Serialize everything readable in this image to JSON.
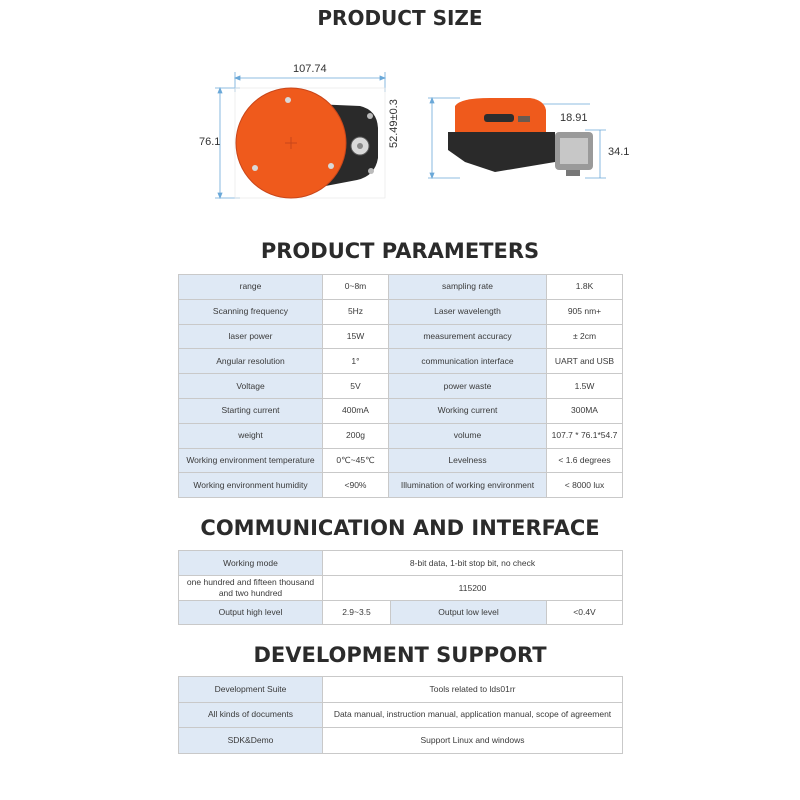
{
  "product_size": {
    "title": "PRODUCT SIZE",
    "top_view": {
      "width_label": "107.74",
      "height_label": "76.1"
    },
    "side_view": {
      "height_label": "52.49±0.3",
      "top_label": "18.91",
      "base_label": "34.1"
    }
  },
  "parameters": {
    "title": "PRODUCT PARAMETERS",
    "rows": [
      [
        "range",
        "0~8m",
        "sampling rate",
        "1.8K"
      ],
      [
        "Scanning frequency",
        "5Hz",
        "Laser wavelength",
        "905 nm+"
      ],
      [
        "laser power",
        "15W",
        "measurement accuracy",
        "± 2cm"
      ],
      [
        "Angular resolution",
        "1°",
        "communication interface",
        "UART and USB"
      ],
      [
        "Voltage",
        "5V",
        "power waste",
        "1.5W"
      ],
      [
        "Starting current",
        "400mA",
        "Working current",
        "300MA"
      ],
      [
        "weight",
        "200g",
        "volume",
        "107.7 * 76.1*54.7"
      ],
      [
        "Working environment temperature",
        "0℃~45℃",
        "Levelness",
        "< 1.6 degrees"
      ],
      [
        "Working environment humidity",
        "<90%",
        "Illumination of working environment",
        "< 8000 lux"
      ]
    ]
  },
  "communication": {
    "title": "COMMUNICATION AND INTERFACE",
    "working_mode_label": "Working mode",
    "working_mode_value": "8-bit data, 1-bit stop bit, no check",
    "baud_label": "one hundred and fifteen thousand and two hundred",
    "baud_value": "115200",
    "high_label": "Output high level",
    "high_value": "2.9~3.5",
    "low_label": "Output low level",
    "low_value": "<0.4V"
  },
  "development": {
    "title": "DEVELOPMENT SUPPORT",
    "rows": [
      [
        "Development Suite",
        "Tools related to lds01rr"
      ],
      [
        "All kinds of documents",
        "Data manual, instruction manual, application manual, scope of agreement"
      ],
      [
        "SDK&Demo",
        "Support Linux and windows"
      ]
    ]
  },
  "colors": {
    "accent_orange": "#ef5a1c",
    "body_dark": "#2a2a2a",
    "header_cell": "#dfe9f5",
    "dimension_line": "#6aa8d8"
  }
}
